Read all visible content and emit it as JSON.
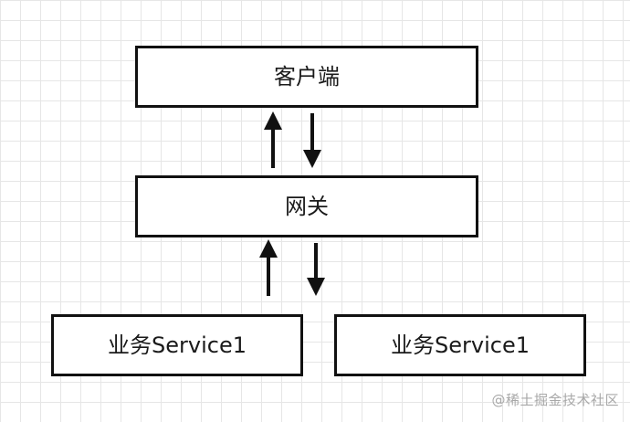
{
  "diagram": {
    "nodes": {
      "client": "客户端",
      "gateway": "网关",
      "service_a": "业务Service1",
      "service_b": "业务Service1"
    }
  },
  "watermark": "@稀土掘金技术社区"
}
